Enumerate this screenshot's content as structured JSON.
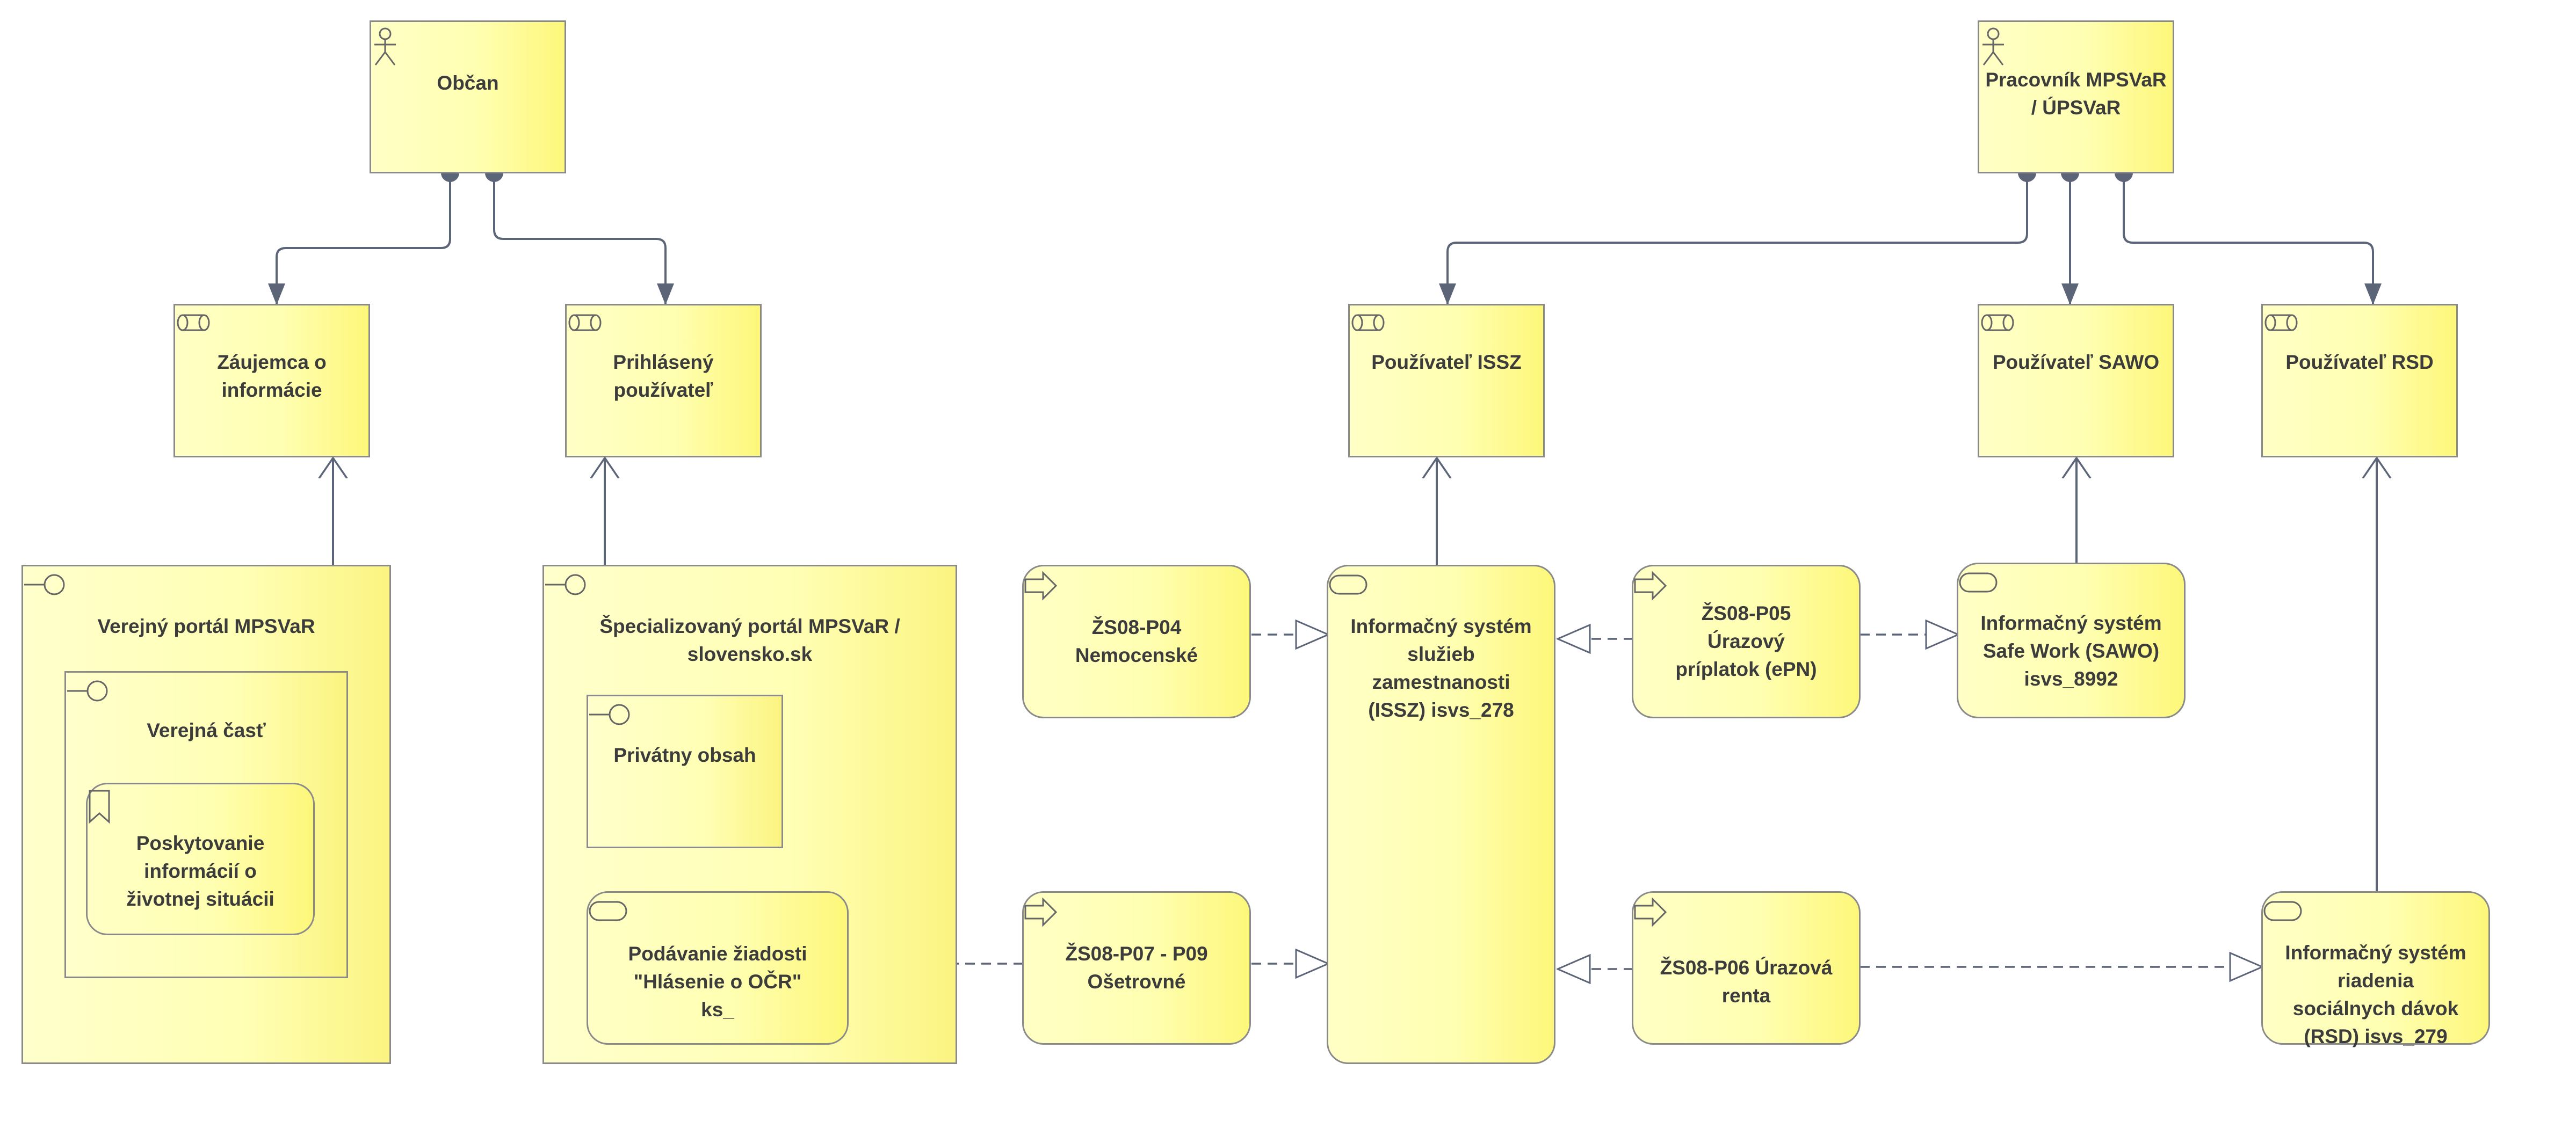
{
  "nodes": {
    "obcan": "Občan",
    "pracovnik": "Pracovník MPSVaR / ÚPSVaR",
    "zaujemca": "Záujemca o informácie",
    "prihlaseny": "Prihlásený používateľ",
    "pouzivatel_issz": "Používateľ ISSZ",
    "pouzivatel_sawo": "Používateľ SAWO",
    "pouzivatel_rsd": "Používateľ RSD",
    "verejny_portal": "Verejný portál MPSVaR",
    "verejna_cast": "Verejná časť",
    "poskytovanie": "Poskytovanie informácií o životnej situácii",
    "specializovany_portal": "Špecializovaný portál MPSVaR / slovensko.sk",
    "privatny_obsah": "Privátny obsah",
    "podavanie": "Podávanie žiadosti \"Hlásenie o OČR\" ks_",
    "zs_p04": "ŽS08-P04 Nemocenské",
    "zs_p07": "ŽS08-P07 - P09 Ošetrovné",
    "issz": "Informačný systém služieb zamestnanosti (ISSZ)  isvs_278",
    "zs_p05": "ŽS08-P05 Úrazový príplatok (ePN)",
    "zs_p06": "ŽS08-P06 Úrazová renta",
    "sawo": "Informačný systém Safe Work (SAWO) isvs_8992",
    "rsd": "Informačný systém riadenia sociálnych dávok (RSD)  isvs_279"
  },
  "colors": {
    "line": "#5c6478",
    "border": "#8a8a8a",
    "fill_light": "#ffffc6",
    "fill_dark": "#fdf77a",
    "text": "#3c3c3c"
  }
}
